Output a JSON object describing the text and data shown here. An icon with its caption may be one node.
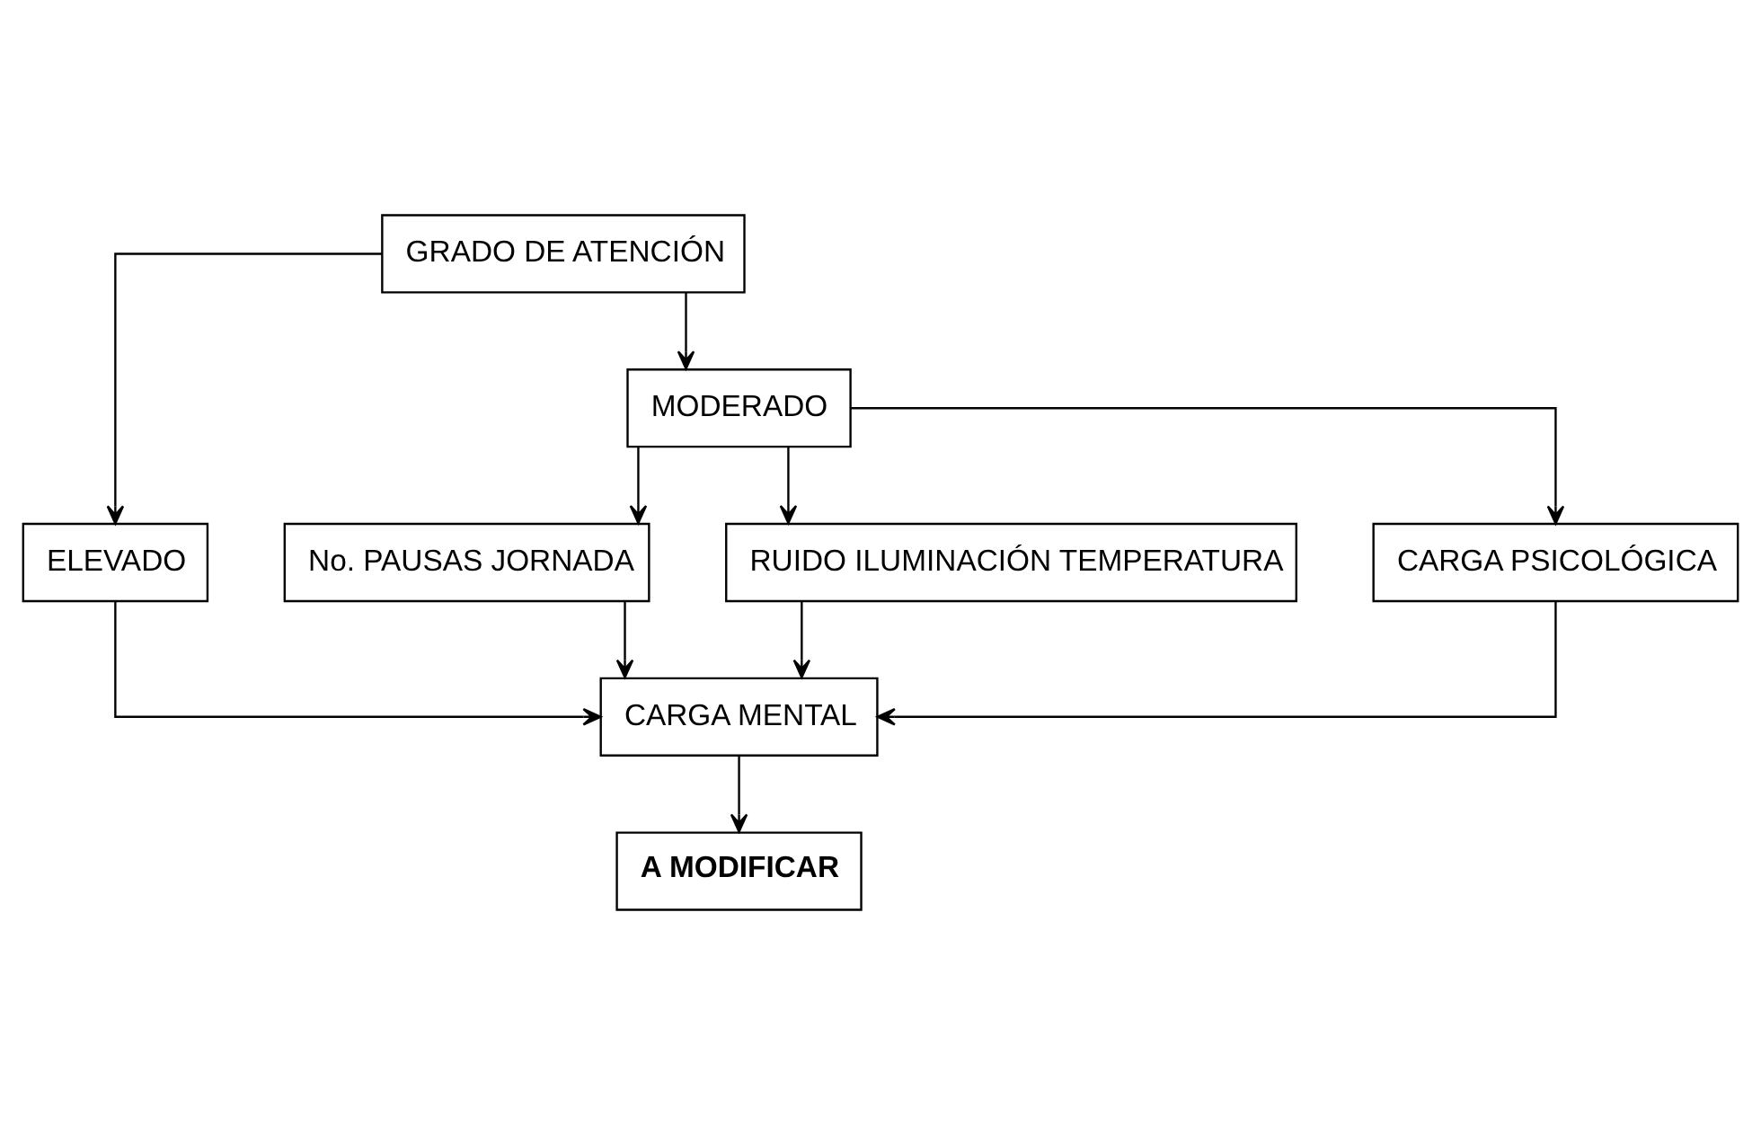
{
  "diagram": {
    "nodes": [
      {
        "text": [
          "GRADO DE ATENCIÓN"
        ]
      },
      {
        "text": [
          "ELEVADO"
        ]
      },
      {
        "text": [
          "MODERADO"
        ]
      },
      {
        "text": [
          "No. PAUSAS JORNADA"
        ]
      },
      {
        "text": [
          "RUIDO ILUMINACIÓN TEMPERATURA"
        ]
      },
      {
        "text": [
          "CARGA PSICOLÓGICA"
        ]
      },
      {
        "text": [
          "CARGA MENTAL"
        ]
      },
      {
        "text": [
          "A MODIFICAR"
        ]
      }
    ],
    "edges": [
      {
        "from": 0,
        "to": 1,
        "arrow": "to"
      },
      {
        "from": 0,
        "to": 2,
        "arrow": "to"
      },
      {
        "from": 2,
        "to": 3,
        "arrow": "to"
      },
      {
        "from": 2,
        "to": 4,
        "arrow": "to"
      },
      {
        "from": 2,
        "to": 5,
        "arrow": "to"
      },
      {
        "from": 1,
        "to": 6,
        "arrow": "to"
      },
      {
        "from": 3,
        "to": 6,
        "arrow": "to"
      },
      {
        "from": 4,
        "to": 6,
        "arrow": "to"
      },
      {
        "from": 5,
        "to": 6,
        "arrow": "to"
      },
      {
        "from": 6,
        "to": 7,
        "arrow": "to"
      }
    ]
  }
}
